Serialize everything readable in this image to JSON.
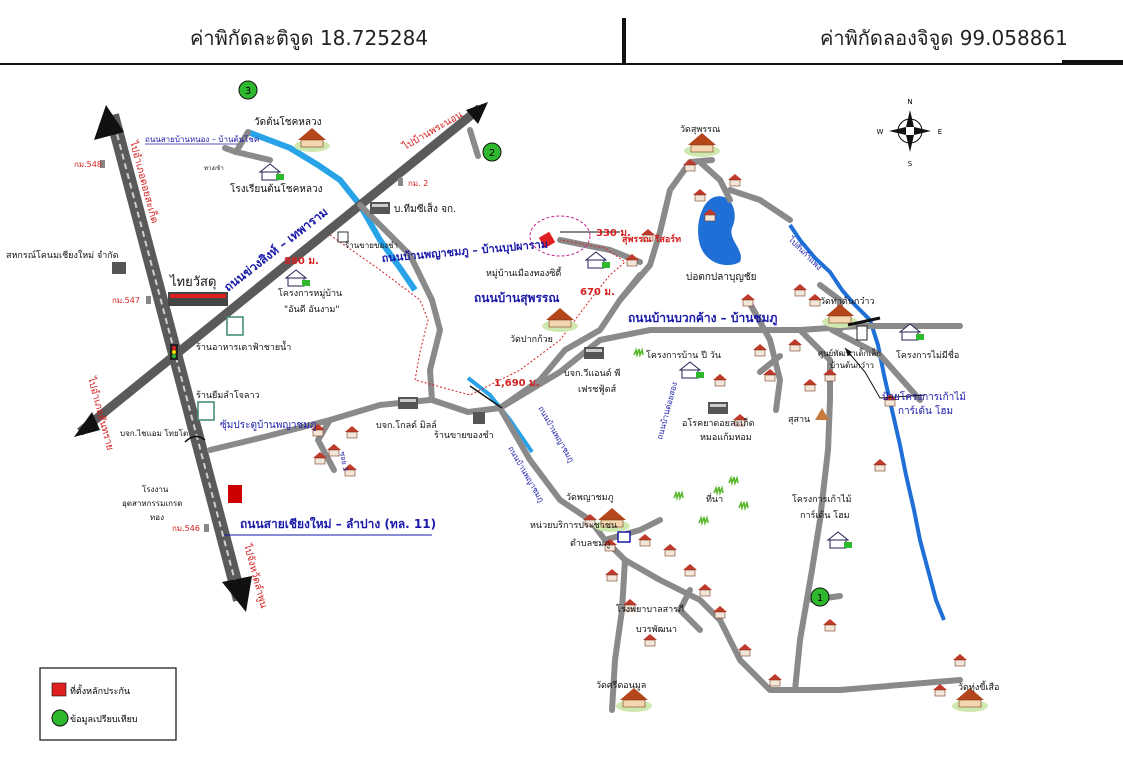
{
  "header": {
    "latitude_text": "ค่าพิกัดละติจูด 18.725284",
    "longitude_text": "ค่าพิกัดลองจิจูด 99.058861"
  },
  "colors": {
    "road": "#8a8a8a",
    "highway": "#5a5a5a",
    "river": "#1f6fd6",
    "canal": "#29a3e8",
    "label_blue": "#1a1aa8",
    "label_red": "#d42020",
    "marker_green": "#2eb82e",
    "marker_red": "#e02020"
  },
  "roads": {
    "r1": "ถนนข่วงสิงห์ – เทพาราม",
    "r2": "ถนนบ้านพญาชมภู – บ้านบุปผาราม",
    "r3": "ถนนบ้านสุพรรณ",
    "r4": "ถนนบ้านบวกค้าง – บ้านชมภู",
    "r5": "ถนนสายเชียงใหม่ – ลำปาง (ทล. 11)",
    "r6": "ถนนบ้านพญาชมภู",
    "r7": "ถนนบ้านพญาชมภู",
    "r8": "ถนนบ้านต่อยสอง",
    "r9": "ถนนสายบ้านหนอง – บ้านต้นโชค",
    "r10": "ซอย 3"
  },
  "directions": {
    "d1": "ไปอำเภอสันทราย",
    "d2": "ไปอำเภอดอยสะเก็ด",
    "d3": "ไปจังหวัดลำพูน",
    "d4": "ไปบ้านพระนอน",
    "d5": "ไปสันกำแพง"
  },
  "distances": {
    "m1": "880 ม.",
    "m2": "330 ม.",
    "m3": "670 ม.",
    "m4": "1,690 ม."
  },
  "km_markers": {
    "k1": "กม.548",
    "k2": "กม.547",
    "k3": "กม.546",
    "k4": "กม. 2"
  },
  "places": {
    "p1": "วัดต้นโชคหลวง",
    "p2": "โรงเรียนต้นโชคหลวง",
    "p3": "บ.ทีมซีเส็ง จก.",
    "p4": "ร้านขายของชำ",
    "p5": "สหกรณ์โคนมเชียงใหม่ จำกัด",
    "p6": "ไทยวัสดุ",
    "p7": "โครงการหมู่บ้าน",
    "p8": "\"อันดี อันงาม\"",
    "p9": "ร้านอาหารเตาฟ้าชายน้ำ",
    "p10": "ร้านยืมลำโจลาว",
    "p11": "ซุ้มประตูบ้านพญาชมภู",
    "p12": "บจก.ไชแอม โทยโต",
    "p13": "โรงงาน",
    "p14": "อุตสาหกรรมเกรด",
    "p15": "ทอง",
    "p16": "บจก.โกลด์ มิลล์",
    "p17": "ร้านขายของชำ",
    "p18": "หมู่บ้านเมืองทองซิตี้",
    "p19": "วัดปากก้วย",
    "p20": "บจก.วีแอนด์ พี",
    "p21": "เฟรชฟู้ดส์",
    "p22": "โครงการบ้าน ปี วัน",
    "p23": "วัดสุพรรณ",
    "p24": "บ่อตกปลาบุญชัย",
    "p25": "สุพรรณ รีสอร์ท",
    "p26": "วัดท่าต้นกว๋าว",
    "p27": "ศูนย์พัฒนาเด็กเล็ก",
    "p28": "บ้านต้นกว๋าว",
    "p29": "โครงการไม่มีชื่อ",
    "p30": "ป้ายโครงการเก้าไม้",
    "p31": "การ์เด้น โฮม",
    "p32": "สุสาน",
    "p33": "อโรคยาดอยสะเก็ด",
    "p34": "หมอแก้มหอม",
    "p35": "ที่นา",
    "p36": "โครงการเก้าไม้",
    "p37": "การ์เด้น โฮม",
    "p38": "วัดพญาชมภู",
    "p39": "หน่วยบริการประชาชน",
    "p40": "ตำบลชมภู",
    "p41": "โรงพยาบาลสารภี",
    "p42": "บวรพัฒนา",
    "p43": "วัดศรีดอนมูล",
    "p44": "วัดทุ่งขี้เสือ",
    "p45": "ทางเข้า"
  },
  "landmarks": {
    "lm1": "1",
    "lm2": "2",
    "lm3": "3"
  },
  "compass": {
    "n": "N",
    "s": "S",
    "e": "E",
    "w": "W"
  },
  "legend": {
    "item1": "ที่ตั้งหลักประกัน",
    "item2": "ข้อมูลเปรียบเทียบ"
  }
}
